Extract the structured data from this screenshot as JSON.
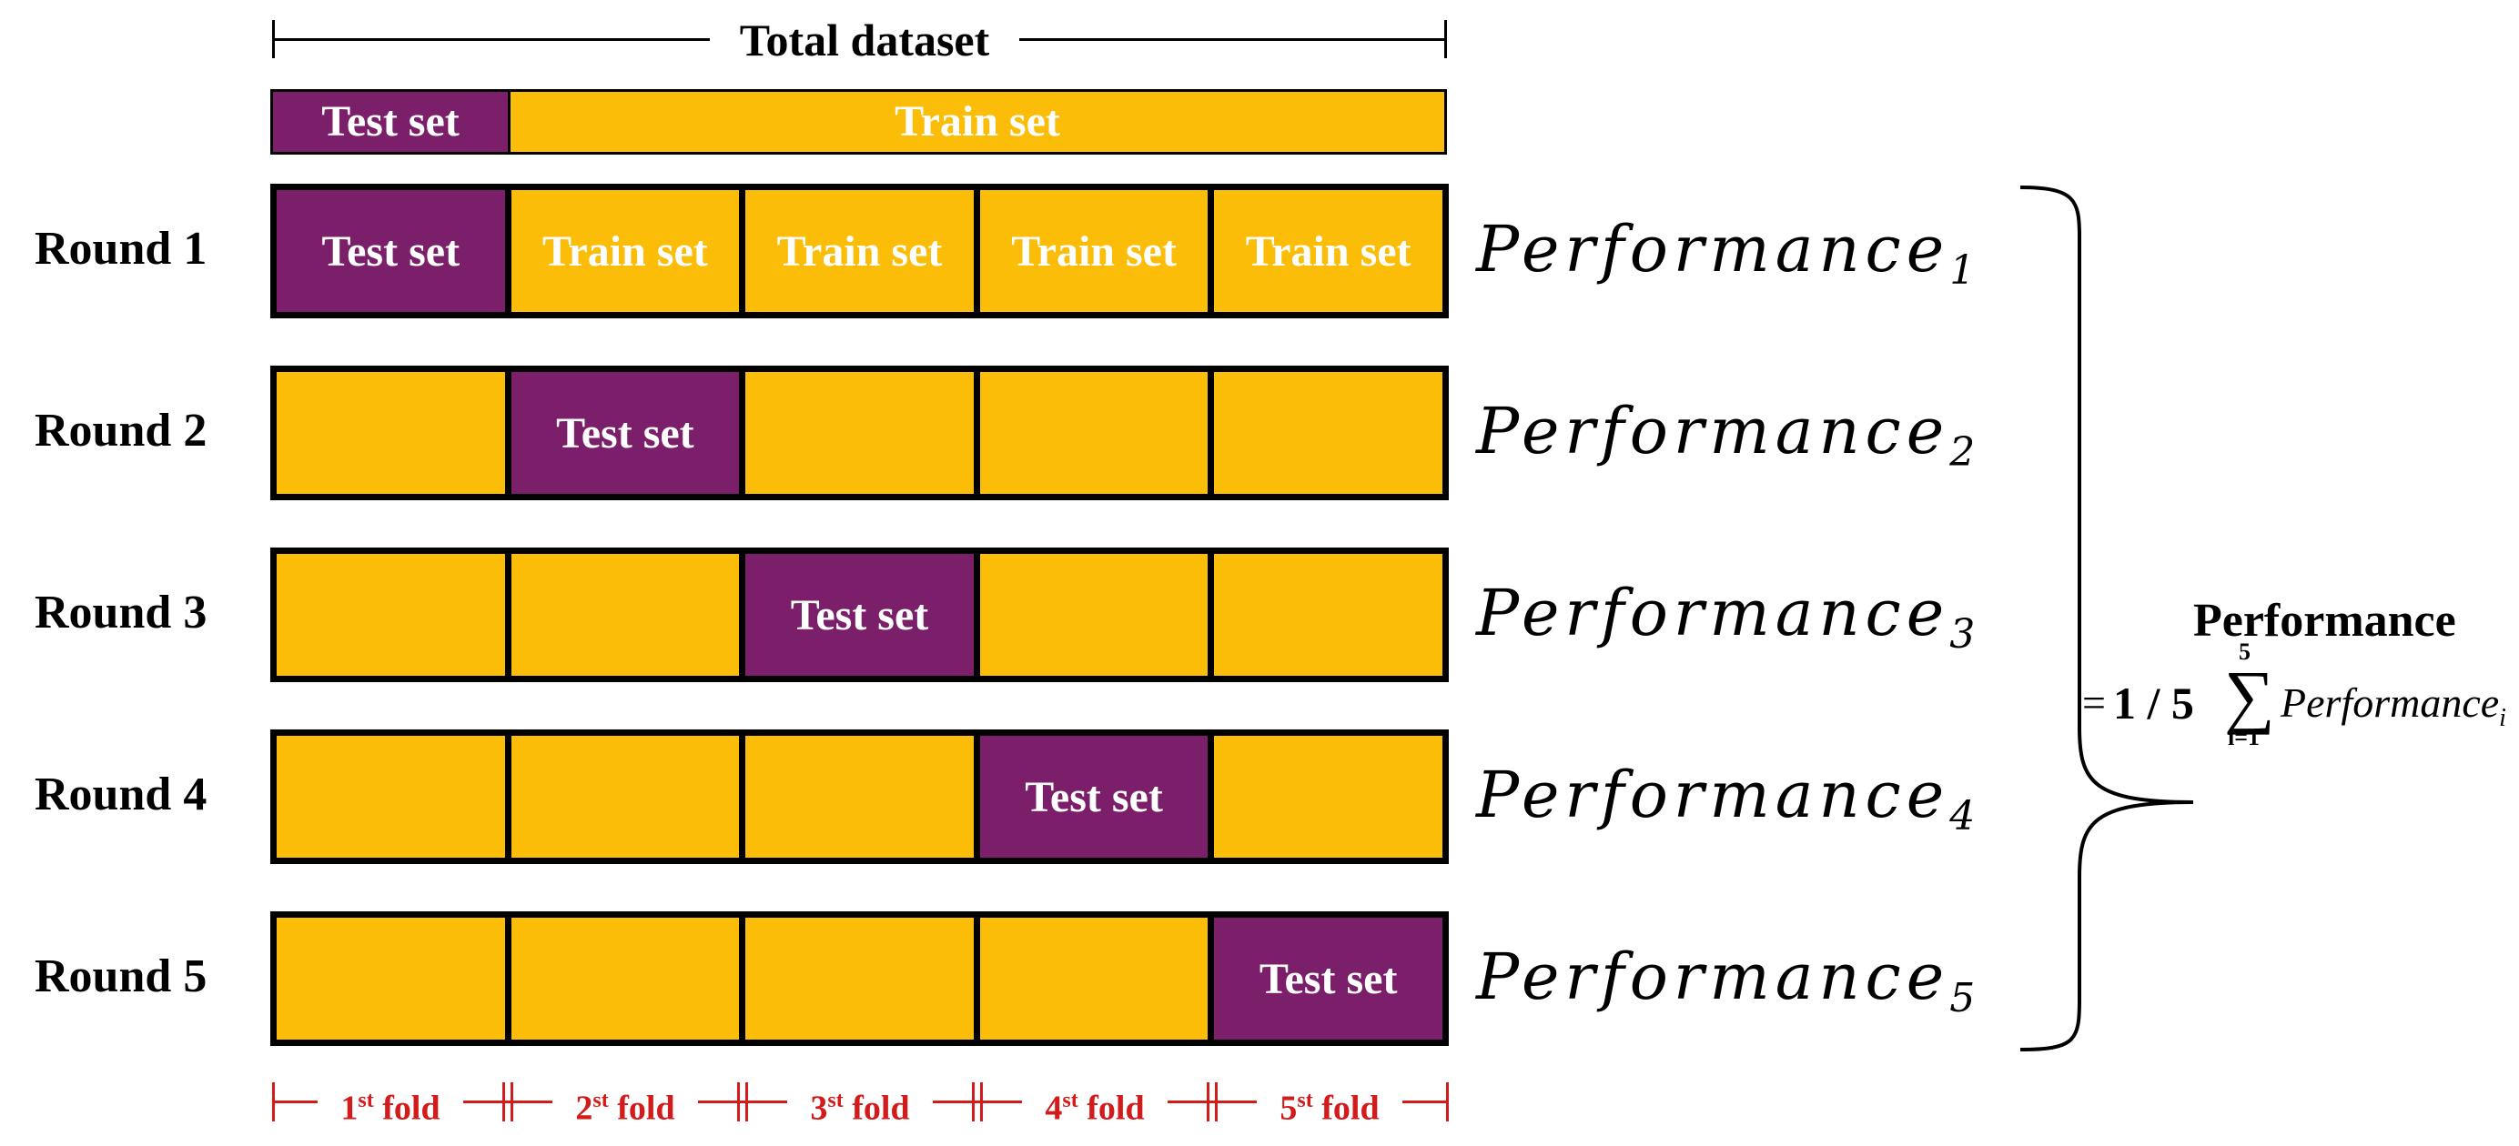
{
  "total_label": "Total dataset",
  "split": {
    "test": "Test set",
    "train": "Train set"
  },
  "test_label": "Test set",
  "train_label": "Train set",
  "rounds": [
    {
      "label": "Round 1",
      "test_index": 0,
      "perf_base": "Performance",
      "perf_sub": "1",
      "show_train": true
    },
    {
      "label": "Round 2",
      "test_index": 1,
      "perf_base": "Performance",
      "perf_sub": "2",
      "show_train": false
    },
    {
      "label": "Round 3",
      "test_index": 2,
      "perf_base": "Performance",
      "perf_sub": "3",
      "show_train": false
    },
    {
      "label": "Round 4",
      "test_index": 3,
      "perf_base": "Performance",
      "perf_sub": "4",
      "show_train": false
    },
    {
      "label": "Round 5",
      "test_index": 4,
      "perf_base": "Performance",
      "perf_sub": "5",
      "show_train": false
    }
  ],
  "folds": [
    {
      "ord": "1",
      "sup": "st",
      "text": "fold"
    },
    {
      "ord": "2",
      "sup": "st",
      "text": "fold"
    },
    {
      "ord": "3",
      "sup": "st",
      "text": "fold"
    },
    {
      "ord": "4",
      "sup": "st",
      "text": "fold"
    },
    {
      "ord": "5",
      "sup": "st",
      "text": "fold"
    }
  ],
  "result": {
    "title": "Performance",
    "eq": "=",
    "coef": "1 / 5",
    "sum_upper": "5",
    "sum_lower": "i=1",
    "term": "Performance",
    "term_sub": "i"
  },
  "colors": {
    "test": "#7b1f6a",
    "train": "#fbbd07",
    "fold": "#d21b1b"
  }
}
